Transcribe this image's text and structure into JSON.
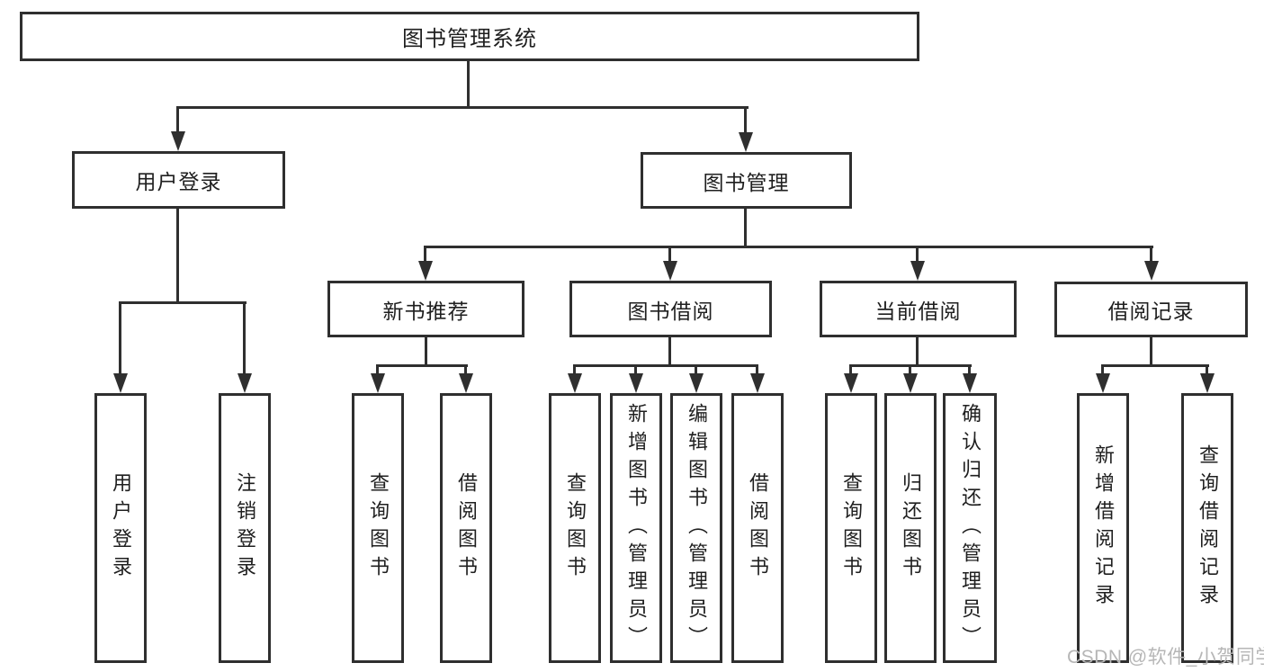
{
  "labels": {
    "root": "图书管理系统",
    "user_login": "用户登录",
    "book_management": "图书管理",
    "new_book_recommend": "新书推荐",
    "book_borrowing": "图书借阅",
    "current_borrowing": "当前借阅",
    "borrowing_records": "借阅记录",
    "leaf_user_login": "用户登录",
    "leaf_logout": "注销登录",
    "leaf_rec_query_books": "查询图书",
    "leaf_rec_borrow_books": "借阅图书",
    "leaf_bb_query_books": "查询图书",
    "leaf_bb_add_books_admin": "新增图书（管理员）",
    "leaf_bb_edit_books_admin": "编辑图书（管理员）",
    "leaf_bb_borrow_books": "借阅图书",
    "leaf_cb_query_books": "查询图书",
    "leaf_cb_return_books": "归还图书",
    "leaf_cb_confirm_return_admin": "确认归还（管理员）",
    "leaf_br_add_record": "新增借阅记录",
    "leaf_br_query_record": "查询借阅记录"
  },
  "watermark": "CSDN @软件_小贺同学",
  "colors": {
    "line": "#2f2f2f",
    "text": "#1f1f1f",
    "watermark": "#b6b6b6",
    "background": "#ffffff"
  }
}
